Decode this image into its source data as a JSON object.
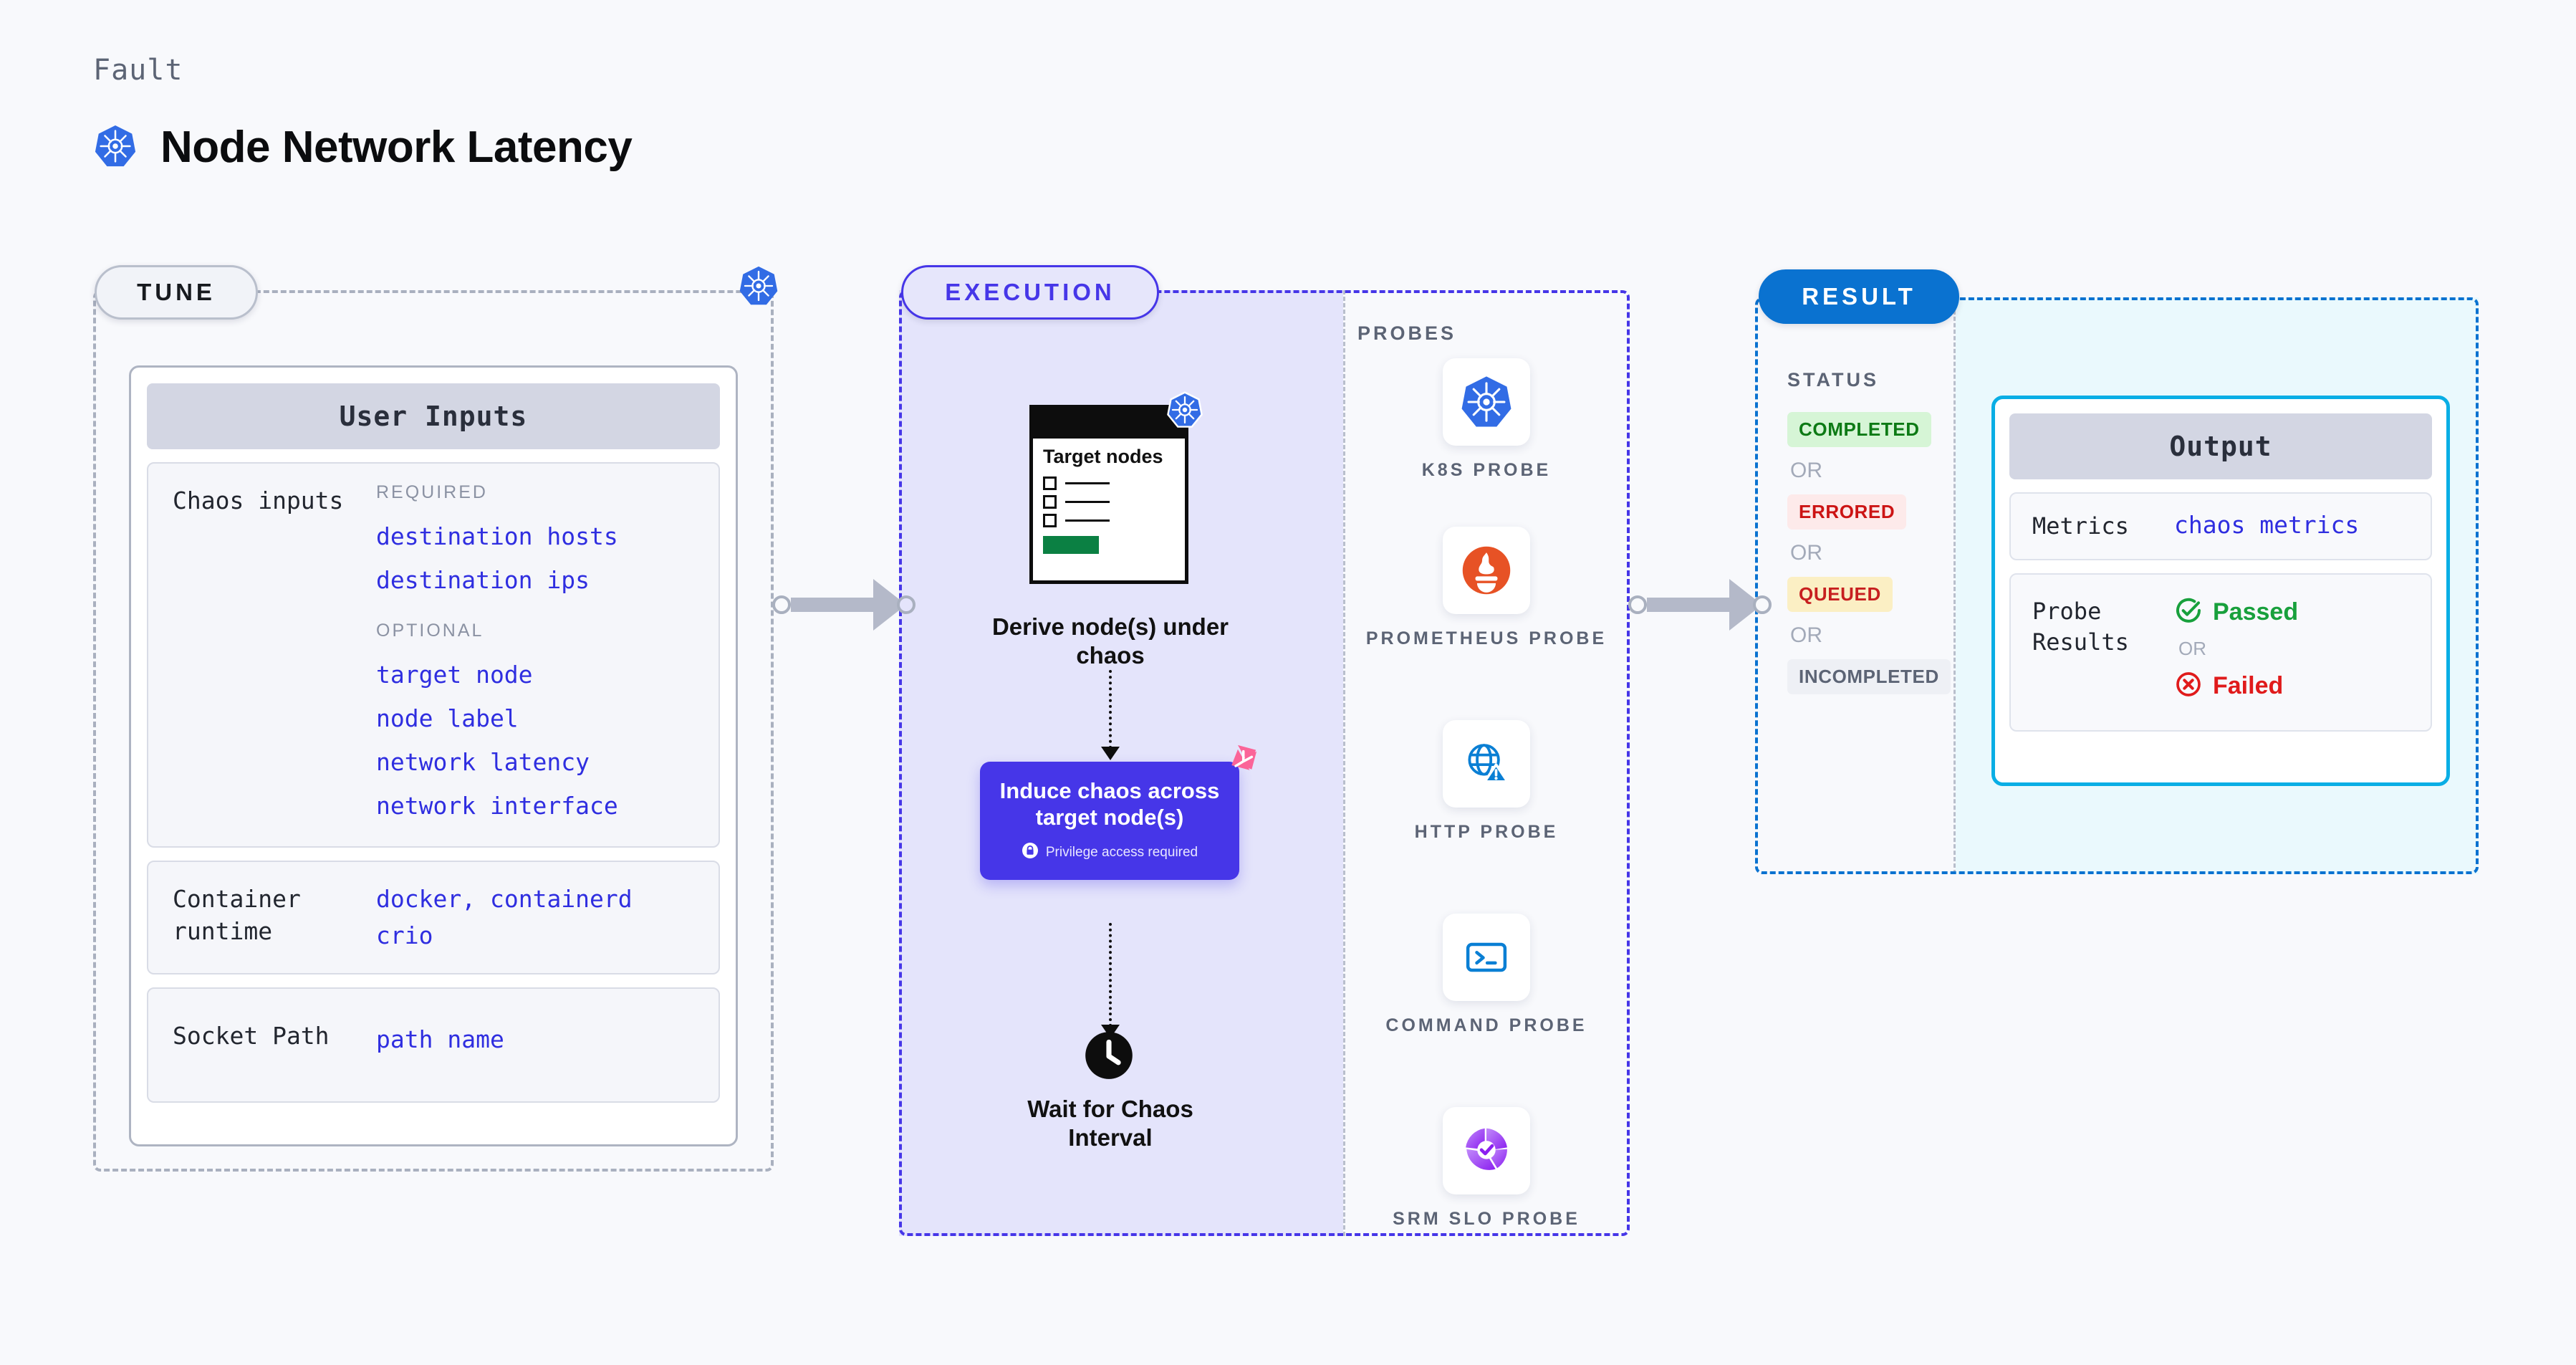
{
  "header": {
    "kicker": "Fault",
    "title": "Node Network Latency",
    "icon": "kubernetes-icon"
  },
  "colors": {
    "background": "#f8f9fc",
    "tune_accent": "#b9bfcc",
    "execution_accent": "#4636e8",
    "result_accent": "#0a72d0",
    "output_accent": "#09aee5",
    "value_blue": "#2f2ee0",
    "kubernetes_blue": "#326ce5",
    "prometheus_orange": "#e75225",
    "litmus_pink": "#fb6498",
    "passed_green": "#18a03c",
    "failed_red": "#e01b1b"
  },
  "tune": {
    "tag": "TUNE",
    "card_title": "User Inputs",
    "badge_icon": "kubernetes-icon",
    "rows": [
      {
        "label": "Chaos inputs",
        "groups": [
          {
            "caption": "REQUIRED",
            "values": [
              "destination hosts",
              "destination ips"
            ]
          },
          {
            "caption": "OPTIONAL",
            "values": [
              "target node",
              "node label",
              "network latency",
              "network interface"
            ]
          }
        ]
      },
      {
        "label": "Container runtime",
        "values_line1": [
          "docker",
          "containerd"
        ],
        "values_line2": [
          "crio"
        ],
        "separator": ","
      },
      {
        "label": "Socket Path",
        "values_line1": [
          "path name"
        ]
      }
    ]
  },
  "execution": {
    "tag": "EXECUTION",
    "steps": [
      {
        "icon": "target-nodes-card-icon",
        "card_title": "Target nodes",
        "badge_icon": "kubernetes-icon",
        "label": "Derive node(s) under chaos"
      },
      {
        "icon": "litmus-logo-icon",
        "label": "Induce chaos across target node(s)",
        "note": "Privilege access required",
        "note_icon": "lock-icon"
      },
      {
        "icon": "clock-icon",
        "label": "Wait for Chaos Interval"
      }
    ],
    "probes": {
      "title": "PROBES",
      "items": [
        {
          "name": "K8S PROBE",
          "icon": "kubernetes-icon"
        },
        {
          "name": "PROMETHEUS PROBE",
          "icon": "prometheus-icon"
        },
        {
          "name": "HTTP PROBE",
          "icon": "http-globe-warning-icon"
        },
        {
          "name": "COMMAND PROBE",
          "icon": "terminal-icon"
        },
        {
          "name": "SRM SLO PROBE",
          "icon": "srm-slo-icon"
        }
      ]
    }
  },
  "result": {
    "tag": "RESULT",
    "status_title": "STATUS",
    "or_label": "OR",
    "statuses": [
      {
        "label": "COMPLETED",
        "bg": "#d6f5d6",
        "fg": "#0d7a15"
      },
      {
        "label": "ERRORED",
        "bg": "#fdeaea",
        "fg": "#cc1414"
      },
      {
        "label": "QUEUED",
        "bg": "#fbefc4",
        "fg": "#c71f1f"
      },
      {
        "label": "INCOMPLETED",
        "bg": "#eef0f5",
        "fg": "#5c6475"
      }
    ],
    "output": {
      "title": "Output",
      "rows": [
        {
          "label": "Metrics",
          "value": "chaos metrics"
        },
        {
          "label": "Probe Results",
          "passed": "Passed",
          "failed": "Failed",
          "or_label": "OR",
          "passed_icon": "check-circle-icon",
          "failed_icon": "x-circle-icon"
        }
      ]
    }
  },
  "connectors": [
    {
      "name": "tune-to-execution"
    },
    {
      "name": "execution-to-result"
    }
  ]
}
